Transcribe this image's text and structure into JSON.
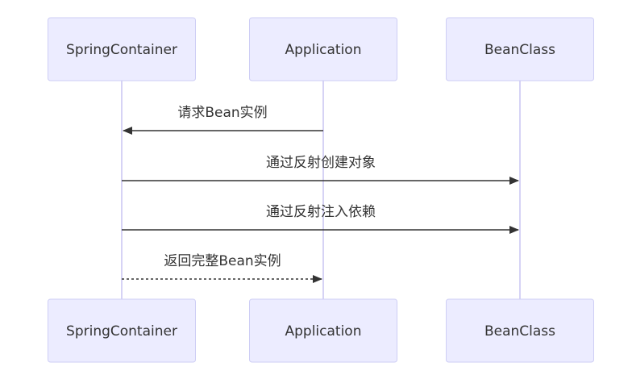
{
  "participants": [
    {
      "id": "spring",
      "label": "SpringContainer"
    },
    {
      "id": "app",
      "label": "Application"
    },
    {
      "id": "bean",
      "label": "BeanClass"
    }
  ],
  "messages": [
    {
      "from": "app",
      "to": "spring",
      "label": "请求Bean实例",
      "style": "solid"
    },
    {
      "from": "spring",
      "to": "bean",
      "label": "通过反射创建对象",
      "style": "solid"
    },
    {
      "from": "spring",
      "to": "bean",
      "label": "通过反射注入依赖",
      "style": "solid"
    },
    {
      "from": "spring",
      "to": "app",
      "label": "返回完整Bean实例",
      "style": "dashed"
    }
  ],
  "colors": {
    "box_fill": "#ECECFF",
    "box_stroke": "#CECEF5",
    "lifeline": "#D6D3F5",
    "arrow": "#333333",
    "text": "#333333"
  }
}
